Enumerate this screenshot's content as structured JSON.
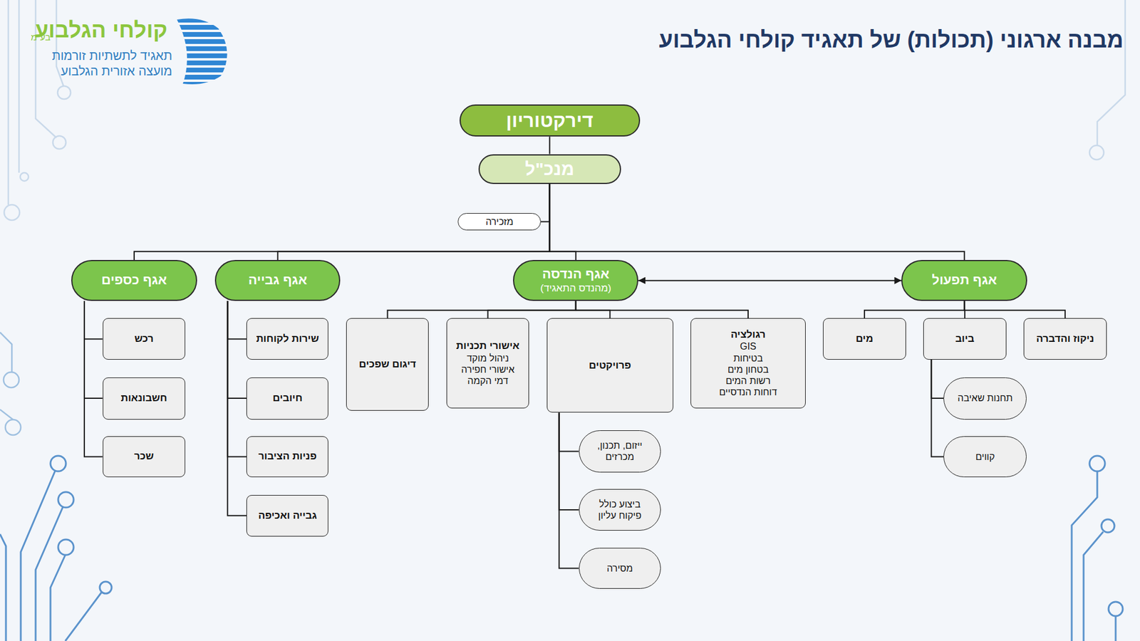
{
  "diagram": {
    "title": "מבנה ארגוני (תכולות) של תאגיד קולחי הגלבוע",
    "nodes": [
      {
        "text": [
          "דירקטוריון"
        ]
      },
      {
        "text": [
          "מנכ\"ל"
        ]
      },
      {
        "text": [
          "מזכירה"
        ]
      },
      {
        "text": [
          "אגף תפעול"
        ]
      },
      {
        "text": [
          "אגף הנדסה",
          "(מהנדס התאגיד)"
        ]
      },
      {
        "text": [
          "אגף גבייה"
        ]
      },
      {
        "text": [
          "אגף כספים"
        ]
      },
      {
        "text": [
          "ניקוז והדברה"
        ]
      },
      {
        "text": [
          "ביוב"
        ]
      },
      {
        "text": [
          "מים"
        ]
      },
      {
        "text": [
          "רגולציה",
          "GIS",
          "בטיחות",
          "בטחון מים",
          "רשות המים",
          "דוחות הנדסיים"
        ]
      },
      {
        "text": [
          "פרויקטים"
        ]
      },
      {
        "text": [
          "אישורי תכניות",
          "ניהול מוקד",
          "אישורי חפירה",
          "דמי הקמה"
        ]
      },
      {
        "text": [
          "דיגום שפכים"
        ]
      },
      {
        "text": [
          "תחנות שאיבה"
        ]
      },
      {
        "text": [
          "קווים"
        ]
      },
      {
        "text": [
          "ייזום, תכנון, מכרזים"
        ]
      },
      {
        "text": [
          "ביצוע כולל",
          "פיקוח עליון"
        ]
      },
      {
        "text": [
          "מסירה"
        ]
      },
      {
        "text": [
          "שירות לקוחות"
        ]
      },
      {
        "text": [
          "חיובים"
        ]
      },
      {
        "text": [
          "פניות הציבור"
        ]
      },
      {
        "text": [
          "גבייה ואכיפה"
        ]
      },
      {
        "text": [
          "רכש"
        ]
      },
      {
        "text": [
          "חשבונאות"
        ]
      },
      {
        "text": [
          "שכר"
        ]
      }
    ],
    "edges": [
      {
        "from": 0,
        "to": 1,
        "arrow": "none"
      },
      {
        "from": 1,
        "to": 2,
        "arrow": "none"
      },
      {
        "from": 1,
        "to": 3,
        "arrow": "none"
      },
      {
        "from": 1,
        "to": 4,
        "arrow": "none"
      },
      {
        "from": 1,
        "to": 5,
        "arrow": "none"
      },
      {
        "from": 1,
        "to": 6,
        "arrow": "none"
      },
      {
        "from": 3,
        "to": 7,
        "arrow": "none"
      },
      {
        "from": 3,
        "to": 8,
        "arrow": "none"
      },
      {
        "from": 3,
        "to": 9,
        "arrow": "none"
      },
      {
        "from": 8,
        "to": 14,
        "arrow": "none"
      },
      {
        "from": 8,
        "to": 15,
        "arrow": "none"
      },
      {
        "from": 4,
        "to": 10,
        "arrow": "none"
      },
      {
        "from": 4,
        "to": 11,
        "arrow": "none"
      },
      {
        "from": 4,
        "to": 12,
        "arrow": "none"
      },
      {
        "from": 4,
        "to": 13,
        "arrow": "none"
      },
      {
        "from": 11,
        "to": 16,
        "arrow": "none"
      },
      {
        "from": 11,
        "to": 17,
        "arrow": "none"
      },
      {
        "from": 11,
        "to": 18,
        "arrow": "none"
      },
      {
        "from": 5,
        "to": 19,
        "arrow": "none"
      },
      {
        "from": 5,
        "to": 20,
        "arrow": "none"
      },
      {
        "from": 5,
        "to": 21,
        "arrow": "none"
      },
      {
        "from": 5,
        "to": 22,
        "arrow": "none"
      },
      {
        "from": 6,
        "to": 23,
        "arrow": "none"
      },
      {
        "from": 6,
        "to": 24,
        "arrow": "none"
      },
      {
        "from": 6,
        "to": 25,
        "arrow": "none"
      },
      {
        "from": 4,
        "to": 3,
        "arrow": "both"
      }
    ],
    "labels": [
      "קולחי הגלבוע",
      "בע\"מ",
      "תאגיד לתשתיות זורמות",
      "מועצה אזורית הגלבוע"
    ]
  }
}
